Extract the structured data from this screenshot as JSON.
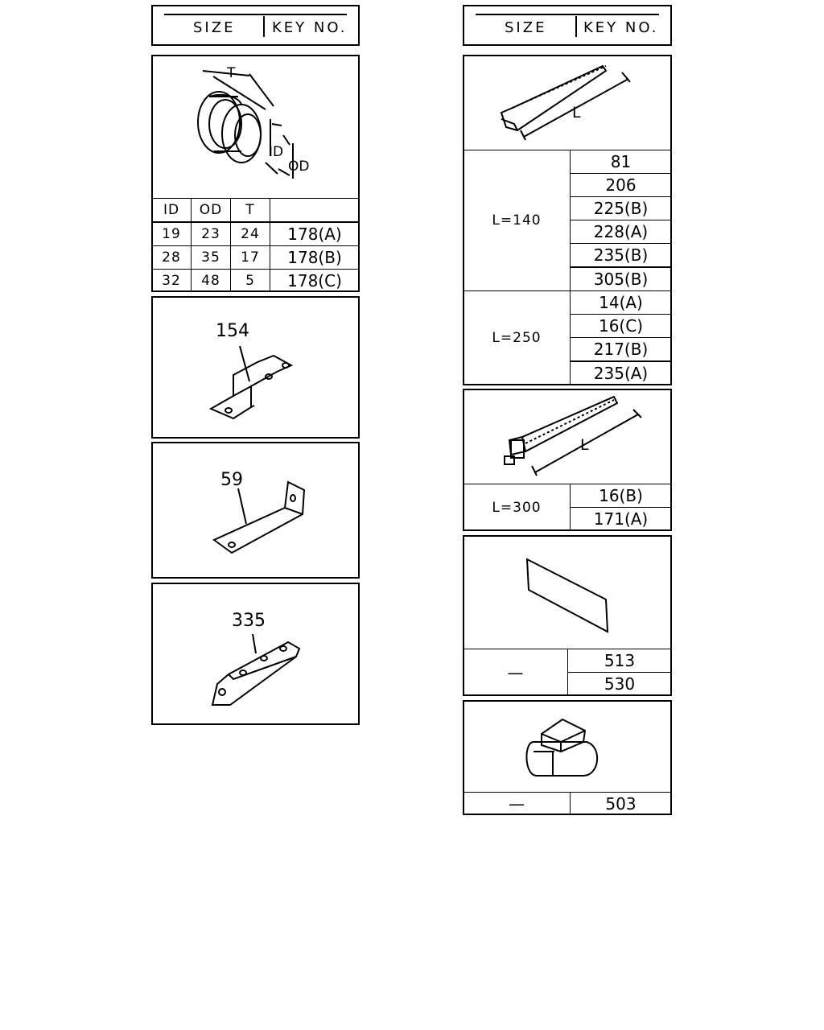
{
  "left": {
    "header": {
      "size_label": "SIZE",
      "key_label": "KEY NO."
    },
    "grommet": {
      "dim_t": "T",
      "dim_id": "ID",
      "dim_od": "OD",
      "columns": [
        "ID",
        "OD",
        "T",
        ""
      ],
      "rows": [
        {
          "id": "19",
          "od": "23",
          "t": "24",
          "key": "178(A)"
        },
        {
          "id": "28",
          "od": "35",
          "t": "17",
          "key": "178(B)"
        },
        {
          "id": "32",
          "od": "48",
          "t": "5",
          "key": "178(C)"
        }
      ]
    },
    "brackets": [
      {
        "key": "154",
        "icon": "z-bracket-icon"
      },
      {
        "key": "59",
        "icon": "l-bracket-icon"
      },
      {
        "key": "335",
        "icon": "bent-plate-icon"
      }
    ]
  },
  "right": {
    "header": {
      "size_label": "SIZE",
      "key_label": "KEY NO."
    },
    "tie_a": {
      "dim_l": "L",
      "groups": [
        {
          "label": "L=140",
          "keys": [
            "81",
            "206",
            "225(B)",
            "228(A)",
            "235(B)",
            "305(B)"
          ]
        },
        {
          "label": "L=250",
          "keys": [
            "14(A)",
            "16(C)",
            "217(B)",
            "235(A)"
          ]
        }
      ]
    },
    "tie_b": {
      "dim_l": "L",
      "groups": [
        {
          "label": "L=300",
          "keys": [
            "16(B)",
            "171(A)"
          ]
        }
      ]
    },
    "tape": {
      "size": "—",
      "keys": [
        "513",
        "530"
      ]
    },
    "clip": {
      "size": "—",
      "keys": [
        "503"
      ]
    }
  }
}
